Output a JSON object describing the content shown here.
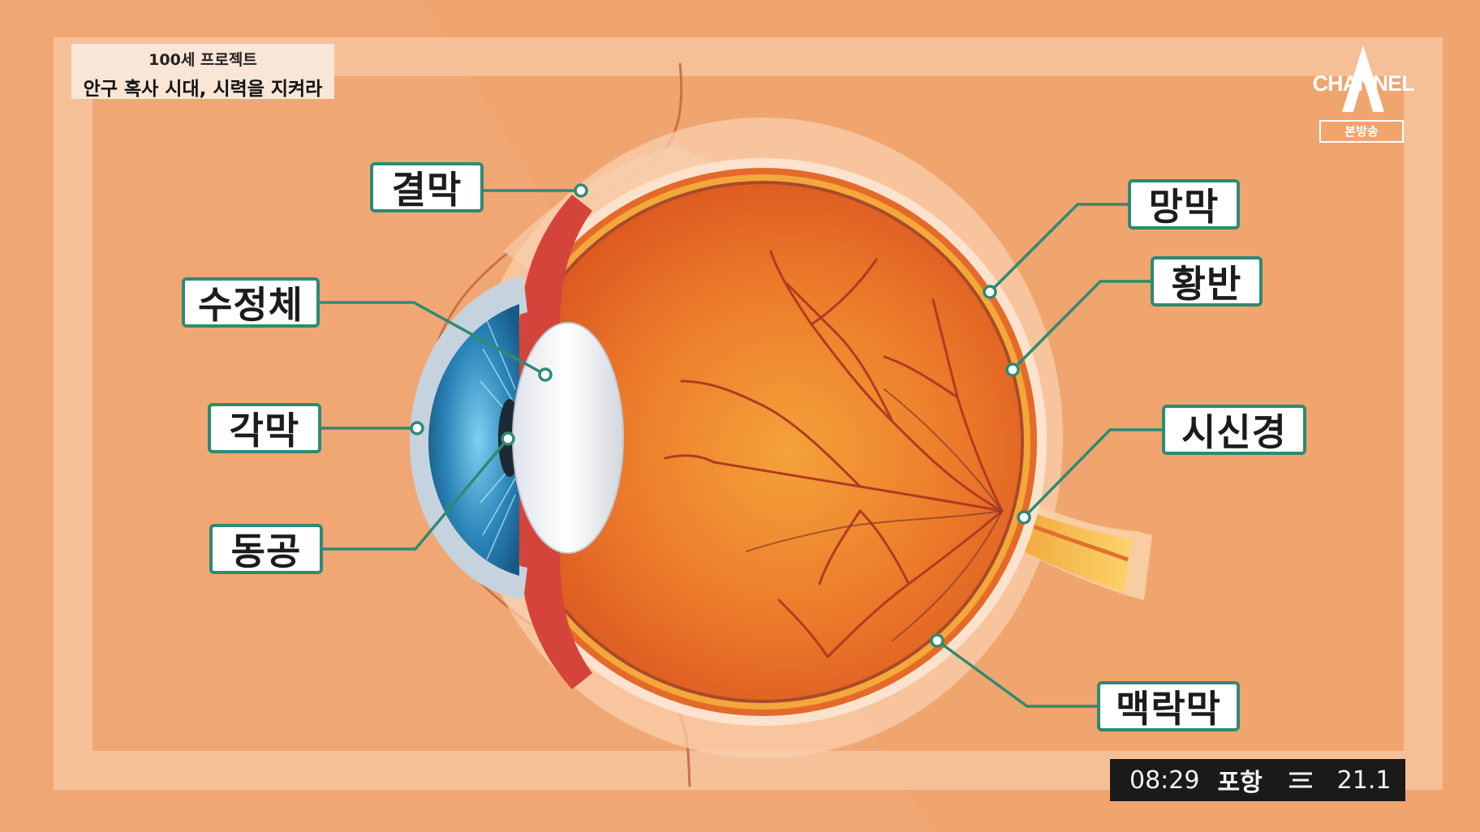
{
  "program": {
    "series": "100세 프로젝트",
    "episode_title": "안구 혹사 시대, 시력을 지켜라"
  },
  "channel": {
    "name": "CHANNEL",
    "badge": "본방송"
  },
  "diagram": {
    "labels": {
      "conjunctiva": "결막",
      "lens": "수정체",
      "cornea": "각막",
      "pupil": "동공",
      "retina": "망막",
      "macula": "황반",
      "optic_nerve": "시신경",
      "choroid": "맥락막"
    }
  },
  "status": {
    "time": "08:29",
    "location": "포항",
    "weather_icon": "haze-icon",
    "temperature": "21.1"
  },
  "colors": {
    "background": "#f0a46e",
    "label_border": "#2e8a73",
    "leader_line": "#2e8a73"
  }
}
